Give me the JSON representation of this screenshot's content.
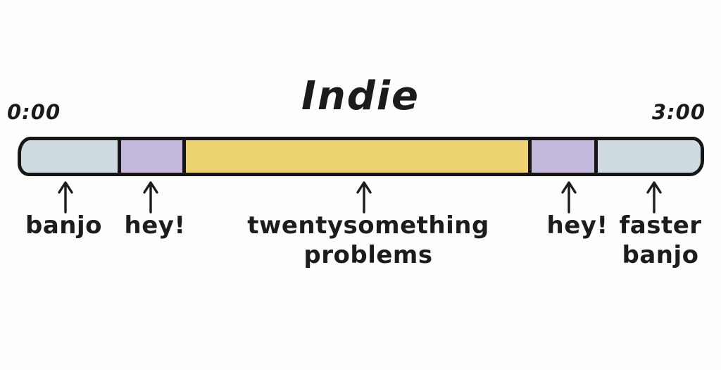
{
  "canvas": {
    "background": "#fdfdfd",
    "ink": "#161616"
  },
  "chart_data": {
    "type": "bar",
    "variant": "horizontal-stacked-song-timeline",
    "title": "Indie",
    "x_range_labels": [
      "0:00",
      "3:00"
    ],
    "x_range_seconds": [
      0,
      180
    ],
    "grid": false,
    "legend": false,
    "bar_outline_color": "#161616",
    "segments": [
      {
        "label": "banjo",
        "color": "#cfdbdf",
        "start_frac": 0.0,
        "end_frac": 0.147,
        "start_time_est": "0:00",
        "end_time_est": "0:26"
      },
      {
        "label": "hey!",
        "color": "#c4b8dc",
        "start_frac": 0.147,
        "end_frac": 0.243,
        "start_time_est": "0:26",
        "end_time_est": "0:44"
      },
      {
        "label": "twentysomething problems",
        "color": "#edd272",
        "start_frac": 0.243,
        "end_frac": 0.751,
        "start_time_est": "0:44",
        "end_time_est": "2:15"
      },
      {
        "label": "hey!",
        "color": "#c4b8dc",
        "start_frac": 0.751,
        "end_frac": 0.849,
        "start_time_est": "2:15",
        "end_time_est": "2:33"
      },
      {
        "label": "faster banjo",
        "color": "#cfdbdf",
        "start_frac": 0.849,
        "end_frac": 1.0,
        "start_time_est": "2:33",
        "end_time_est": "3:00"
      }
    ],
    "annotations": [
      {
        "target": "segment-0",
        "icon": "up-arrow",
        "lines": [
          "banjo"
        ]
      },
      {
        "target": "segment-1",
        "icon": "up-arrow",
        "lines": [
          "hey!"
        ]
      },
      {
        "target": "segment-2",
        "icon": "up-arrow",
        "lines": [
          "twentysomething",
          "problems"
        ]
      },
      {
        "target": "segment-3",
        "icon": "up-arrow",
        "lines": [
          "hey!"
        ]
      },
      {
        "target": "segment-4",
        "icon": "up-arrow",
        "lines": [
          "faster",
          "banjo"
        ]
      }
    ]
  }
}
